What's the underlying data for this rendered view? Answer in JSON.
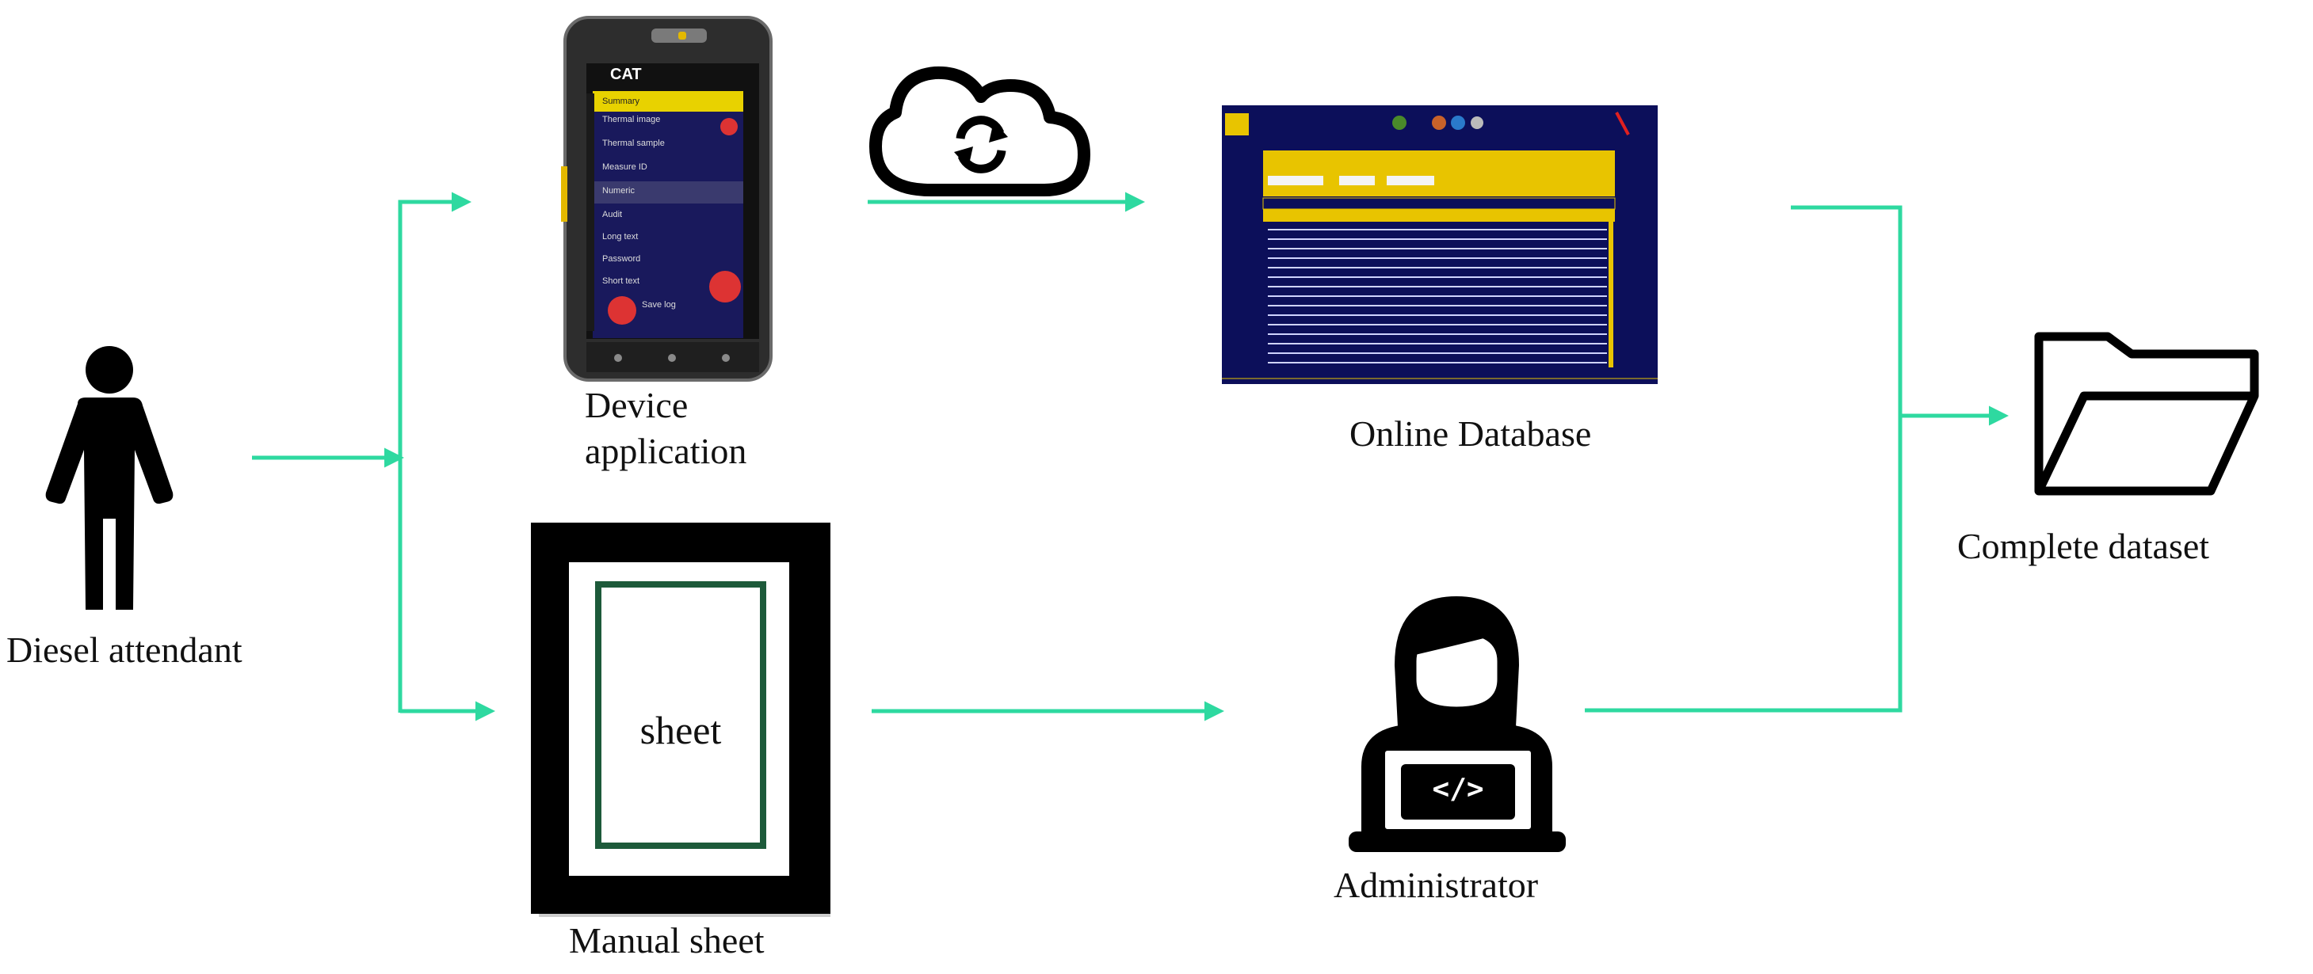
{
  "nodes": {
    "attendant": {
      "label": "Diesel attendant",
      "icon": "person-icon"
    },
    "device": {
      "label_line1": "Device",
      "label_line2": "application",
      "icon": "smartphone-icon",
      "brand": "CAT"
    },
    "manual": {
      "label": "Manual sheet",
      "inner_text": "sheet",
      "icon": "paper-sheet-icon"
    },
    "database": {
      "label": "Online Database",
      "icon": "database-screenshot"
    },
    "admin": {
      "label": "Administrator",
      "icon": "administrator-laptop-icon",
      "code_glyph": "</>"
    },
    "dataset": {
      "label": "Complete dataset",
      "icon": "folder-icon"
    },
    "cloud": {
      "icon": "cloud-sync-icon"
    }
  },
  "phone_menu": [
    "Summary",
    "Thermal image",
    "Thermal sample",
    "Measure ID",
    "Numeric",
    "Audit",
    "Long text",
    "Password",
    "Short text",
    "Save log"
  ],
  "colors": {
    "arrow": "#2ed9a0",
    "sheet_frame": "#000000",
    "sheet_inner": "#1d5a3a",
    "db_background": "#0c0f5a",
    "db_header": "#e8c400"
  }
}
